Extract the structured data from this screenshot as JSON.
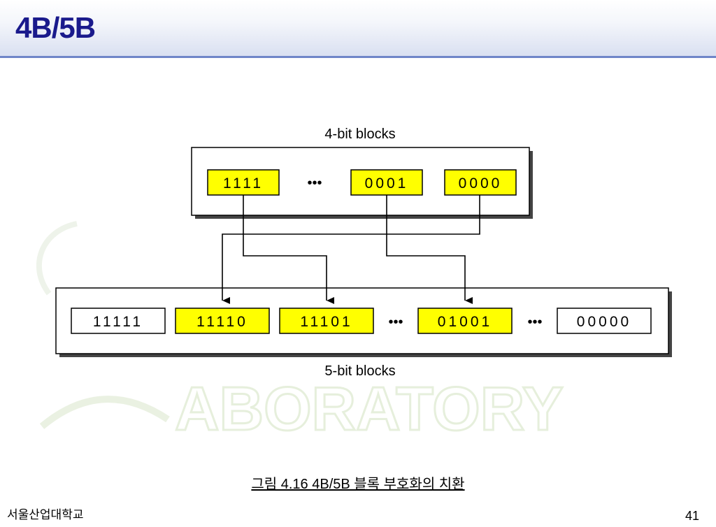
{
  "slide": {
    "title": "4B/5B",
    "caption": "그림 4.16  4B/5B 블록 부호화의 치환",
    "footer": "서울산업대학교",
    "page_number": "41",
    "watermark_text": "ABORATORY"
  },
  "diagram": {
    "top_label": "4-bit blocks",
    "bottom_label": "5-bit blocks",
    "ellipsis": "•••",
    "four_bit_blocks": [
      "1111",
      "0001",
      "0000"
    ],
    "five_bit_blocks": [
      "11111",
      "11110",
      "11101",
      "01001",
      "00000"
    ],
    "highlighted_five_bit": [
      false,
      true,
      true,
      true,
      false
    ],
    "colors": {
      "highlight": "#ffff00",
      "plain": "#ffffff",
      "stroke": "#000000",
      "title": "#1a1a8c"
    }
  }
}
